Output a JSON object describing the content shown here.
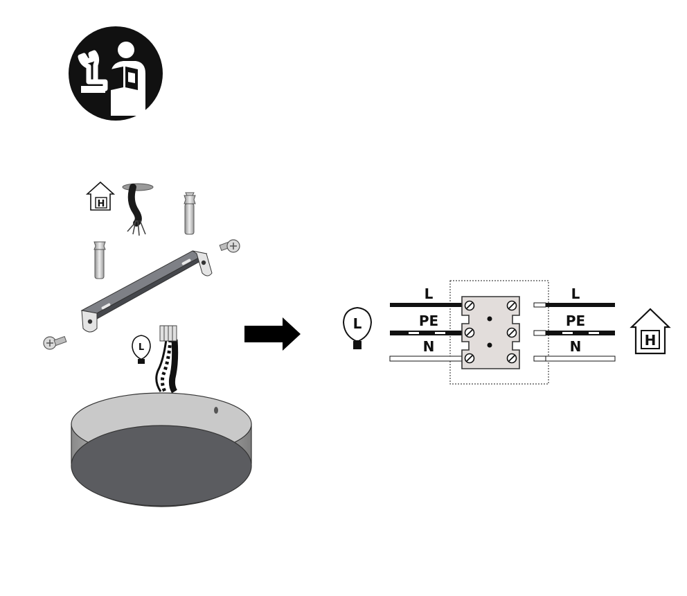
{
  "page": {
    "background": "#ffffff"
  },
  "manual_icon": {
    "icon": "read-manual-icon",
    "color": "#111111"
  },
  "exploded_view": {
    "house_symbol_letter": "H",
    "lamp_symbol_letter": "L"
  },
  "arrow": {
    "icon": "arrow-right-icon",
    "color": "#000000"
  },
  "wiring_diagram": {
    "lamp_symbol_letter": "L",
    "house_symbol_letter": "H",
    "lamp_side_labels": [
      "L",
      "PE",
      "N"
    ],
    "house_side_labels": [
      "L",
      "PE",
      "N"
    ],
    "terminal_block_color": "#e2dddb"
  }
}
